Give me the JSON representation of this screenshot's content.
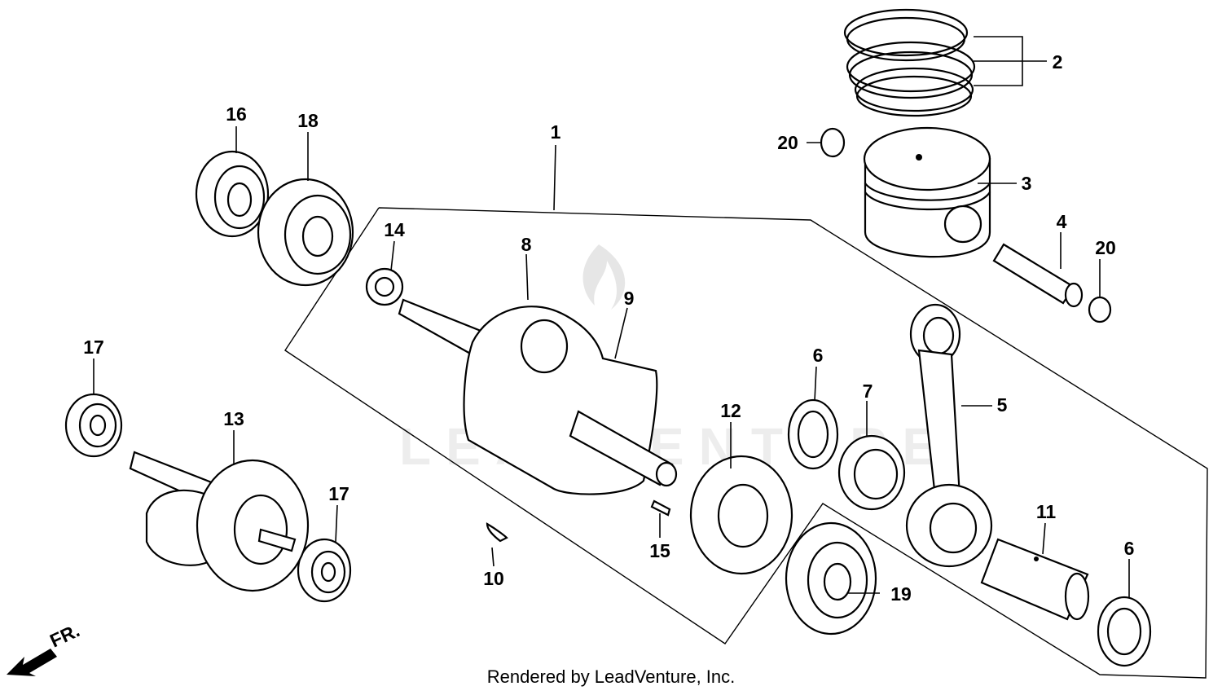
{
  "labels": {
    "l1": "1",
    "l2": "2",
    "l3": "3",
    "l4": "4",
    "l5": "5",
    "l6a": "6",
    "l6b": "6",
    "l7": "7",
    "l8": "8",
    "l9": "9",
    "l10": "10",
    "l11": "11",
    "l12": "12",
    "l13": "13",
    "l14": "14",
    "l15": "15",
    "l16": "16",
    "l17a": "17",
    "l17b": "17",
    "l18": "18",
    "l19": "19",
    "l20a": "20",
    "l20b": "20"
  },
  "direction_marker": "FR.",
  "watermark": "LEADVENTURE",
  "footer": "Rendered by LeadVenture, Inc.",
  "colors": {
    "ink": "#000000",
    "paper": "#ffffff",
    "watermark": "#d9d9d9"
  }
}
